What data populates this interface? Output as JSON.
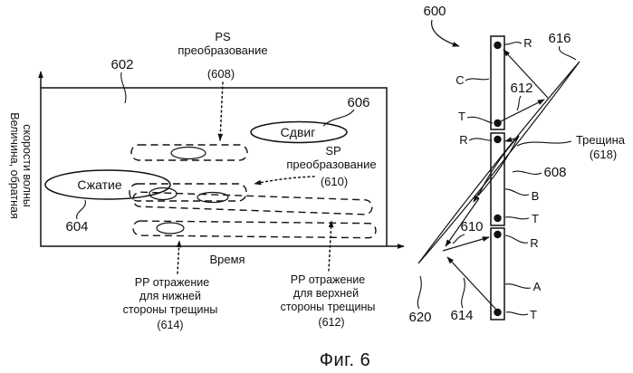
{
  "colors": {
    "ink": "#111111",
    "paper": "#ffffff"
  },
  "caption": "Фиг. 6",
  "chart": {
    "box_ref": "602",
    "y_axis": [
      "Величина, обратная",
      "скорости волны"
    ],
    "x_axis": "Время",
    "ps": {
      "l1": "PS",
      "l2": "преобразование",
      "ref": "(608)"
    },
    "shear": {
      "label": "Сдвиг",
      "ref": "606"
    },
    "sp": {
      "l1": "SP",
      "l2": "преобразование",
      "ref": "(610)"
    },
    "compression": {
      "label": "Сжатие",
      "ref": "604"
    },
    "pp_lower": {
      "l1": "PP отражение",
      "l2": "для нижней",
      "l3": "стороны трещины",
      "ref": "(614)"
    },
    "pp_upper": {
      "l1": "PP отражение",
      "l2": "для верхней",
      "l3": "стороны трещины",
      "ref": "(612)"
    }
  },
  "well": {
    "ref": "600",
    "upper_tip_ref": "616",
    "ray_upper_ref": "612",
    "ps_ref": "608",
    "sp_ref": "610",
    "ray_lower_ref": "614",
    "lower_tip_ref": "620",
    "fracture": {
      "l1": "Трещина",
      "l2": "(618)"
    },
    "segments": {
      "a": "A",
      "b": "B",
      "c": "C"
    },
    "receiver": "R",
    "transmitter": "T"
  }
}
